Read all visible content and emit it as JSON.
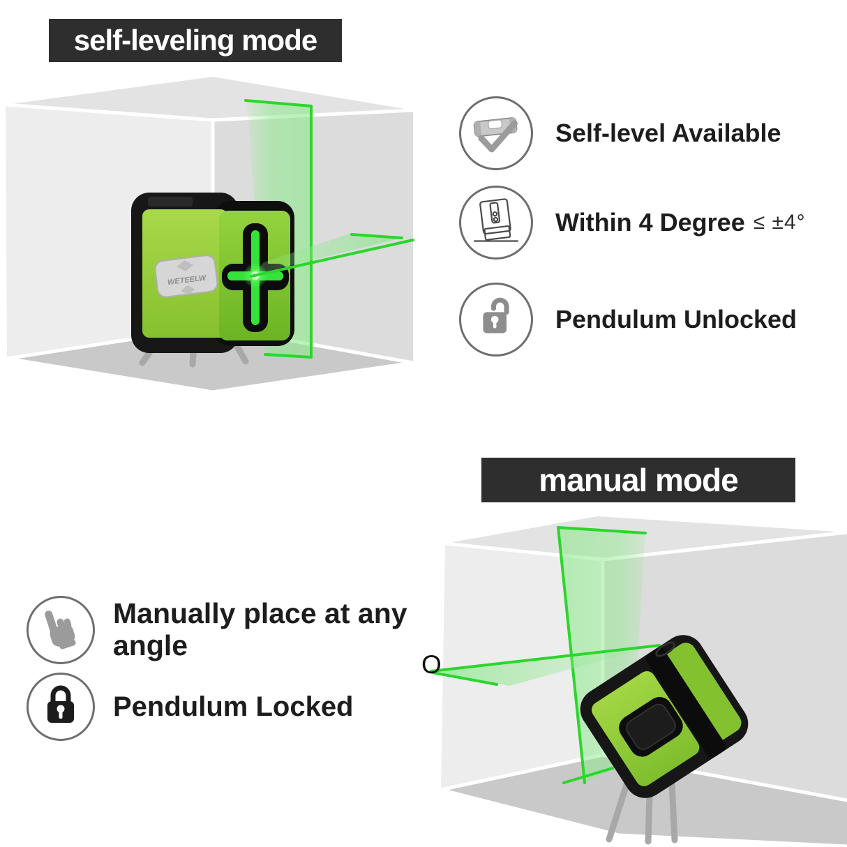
{
  "colors": {
    "banner_bg": "#2e2e2e",
    "banner_text": "#ffffff",
    "laser_green": "#2bd62b",
    "laser_fill": "#8ce98c",
    "device_green": "#98cc35",
    "icon_gray": "#8d8d8d",
    "wall_light": "#ededed",
    "wall_dark": "#dcdcdc",
    "floor_gray": "#c9c9c9"
  },
  "self_leveling": {
    "banner": "self-leveling mode",
    "features": [
      {
        "icon": "level-check-icon",
        "label": "Self-level Available",
        "suffix": ""
      },
      {
        "icon": "tilt-device-icon",
        "label": "Within 4 Degree",
        "suffix": "≤ ±4°"
      },
      {
        "icon": "padlock-unlocked-icon",
        "label": "Pendulum Unlocked",
        "suffix": ""
      }
    ]
  },
  "manual": {
    "banner": "manual mode",
    "marker": "O",
    "features": [
      {
        "icon": "hand-point-icon",
        "label": "Manually place at any angle"
      },
      {
        "icon": "padlock-locked-icon",
        "label": "Pendulum Locked"
      }
    ]
  },
  "device": {
    "brand": "WETEELW"
  }
}
